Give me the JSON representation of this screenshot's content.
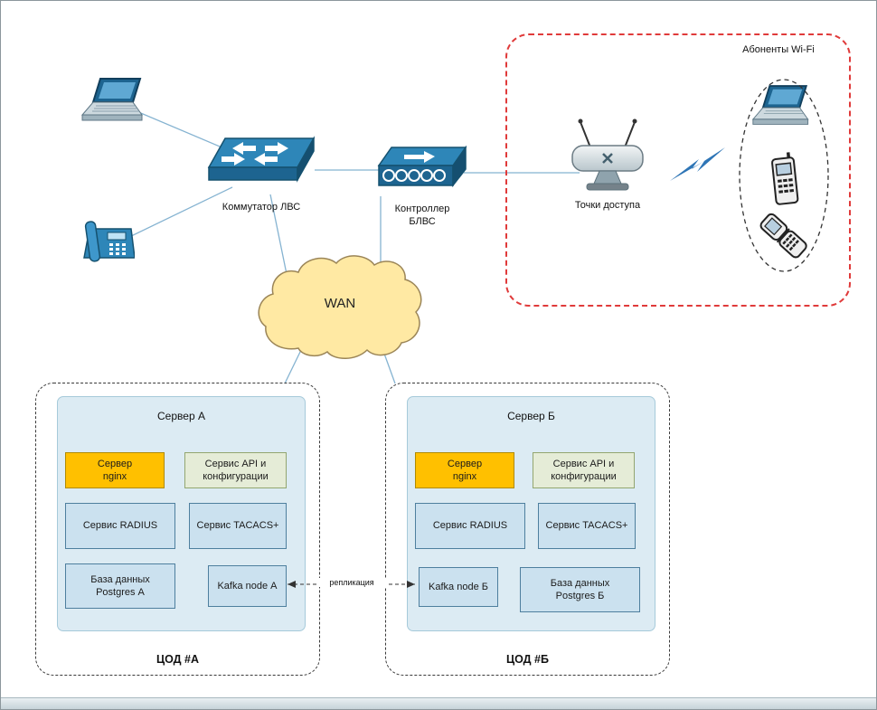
{
  "nodes": {
    "switch": {
      "label": "Коммутатор ЛВС"
    },
    "controller": {
      "label": "Контроллер\nБЛВС"
    },
    "access_point": {
      "label": "Точки доступа"
    },
    "wifi_zone": {
      "label": "Абоненты Wi-Fi"
    },
    "wan": {
      "label": "WAN"
    }
  },
  "replication": {
    "label": "репликация"
  },
  "datacenters": [
    {
      "name": "ЦОД #А",
      "server_title": "Сервер А",
      "boxes": {
        "nginx": "Сервер\nnginx",
        "api": "Сервис API и\nконфигурации",
        "radius": "Сервис RADIUS",
        "tacacs": "Сервис TACACS+",
        "db": "База данных\nPostgres А",
        "kafka": "Kafka node А"
      }
    },
    {
      "name": "ЦОД #Б",
      "server_title": "Сервер Б",
      "boxes": {
        "nginx": "Сервер\nnginx",
        "api": "Сервис API и\nконфигурации",
        "radius": "Сервис RADIUS",
        "tacacs": "Сервис TACACS+",
        "db": "База данных\nPostgres Б",
        "kafka": "Kafka node Б"
      }
    }
  ],
  "colors": {
    "nginx_fill": "#FFC000",
    "nginx_border": "#B08A00",
    "api_fill": "#E5ECD7",
    "api_border": "#93A670",
    "service_fill": "#CBE1EF",
    "service_border": "#4E7F9E",
    "server_container_fill": "#DCEBF3",
    "server_container_border": "#A6CADA",
    "wan_fill": "#FFE9A3",
    "wan_border": "#9B8557",
    "zone_border_red": "#E03A3A",
    "connector_blue": "#85B3D1",
    "device_blue": "#2E86B8"
  }
}
